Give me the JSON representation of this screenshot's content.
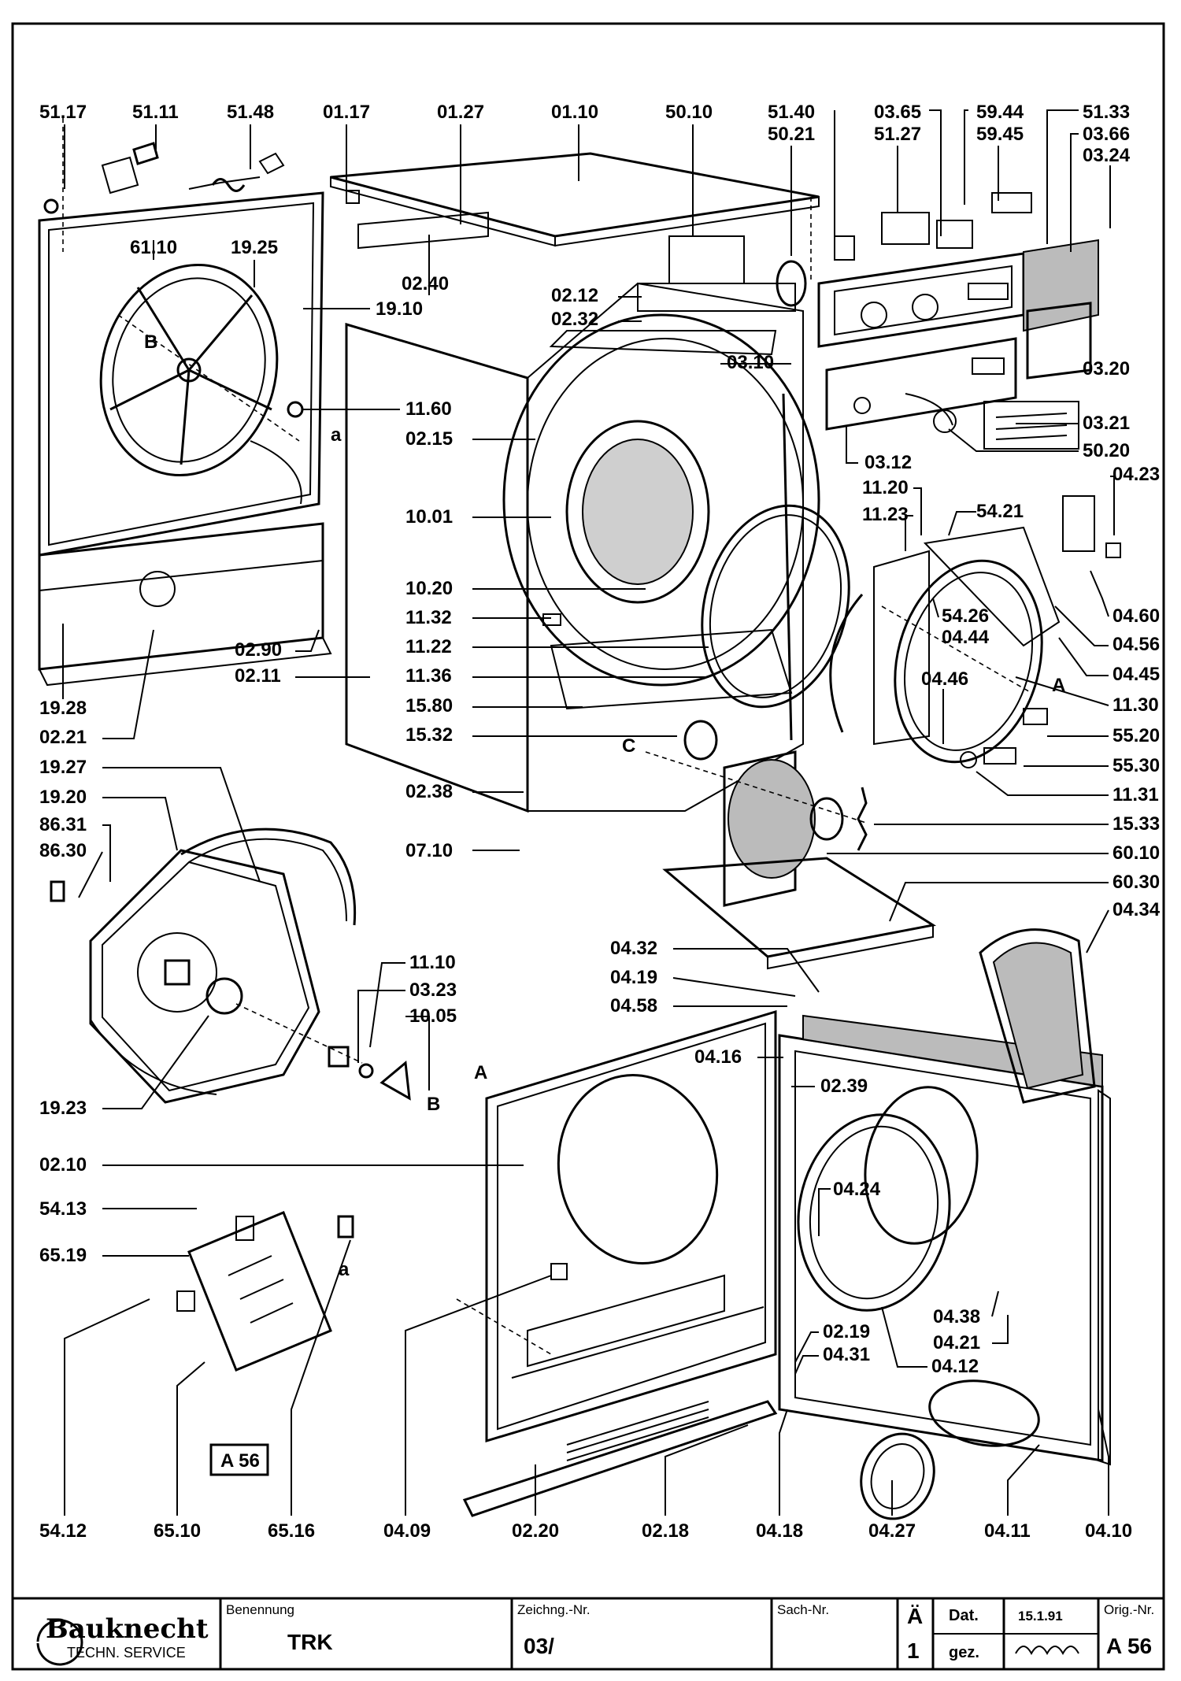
{
  "title_block": {
    "brand_name": "Bauknecht",
    "brand_sub": "TECHN. SERVICE",
    "benennung_label": "Benennung",
    "benennung_value": "TRK",
    "zeichnung_label": "Zeichng.-Nr.",
    "zeichnung_value": "03/",
    "sach_label": "Sach-Nr.",
    "sach_value": "",
    "ae_label": "Ä",
    "ae_value": "1",
    "dat_label": "Dat.",
    "dat_value": "15.1.91",
    "gez_label": "gez.",
    "gez_value": "",
    "orig_label": "Orig.-Nr.",
    "orig_value": "A 56"
  },
  "page_tag": "A 56",
  "part_labels": [
    "51.17",
    "51.11",
    "51.48",
    "01.17",
    "01.27",
    "01.10",
    "50.10",
    "51.40",
    "50.21",
    "03.65",
    "51.27",
    "59.44",
    "59.45",
    "51.33",
    "03.66",
    "03.24",
    "61.10",
    "19.25",
    "19.10",
    "02.40",
    "02.12",
    "02.32",
    "03.10",
    "03.20",
    "11.60",
    "02.15",
    "03.21",
    "50.20",
    "03.12",
    "04.23",
    "11.20",
    "11.23",
    "54.21",
    "10.01",
    "10.20",
    "54.26",
    "04.44",
    "04.60",
    "11.32",
    "11.22",
    "04.56",
    "02.90",
    "02.11",
    "11.36",
    "04.45",
    "04.46",
    "19.28",
    "15.80",
    "11.30",
    "02.21",
    "15.32",
    "55.20",
    "55.30",
    "19.27",
    "02.38",
    "11.31",
    "19.20",
    "15.33",
    "86.31",
    "07.10",
    "60.10",
    "86.30",
    "60.30",
    "04.34",
    "04.32",
    "04.19",
    "04.58",
    "11.10",
    "03.23",
    "10.05",
    "04.16",
    "02.39",
    "19.23",
    "02.10",
    "04.24",
    "54.13",
    "65.19",
    "04.38",
    "04.21",
    "02.19",
    "04.31",
    "04.12",
    "54.12",
    "65.10",
    "65.16",
    "04.09",
    "02.20",
    "02.18",
    "04.18",
    "04.27",
    "04.11",
    "04.10"
  ],
  "reference_letters": [
    "B",
    "a",
    "a",
    "A",
    "A",
    "C",
    "B",
    "a"
  ]
}
